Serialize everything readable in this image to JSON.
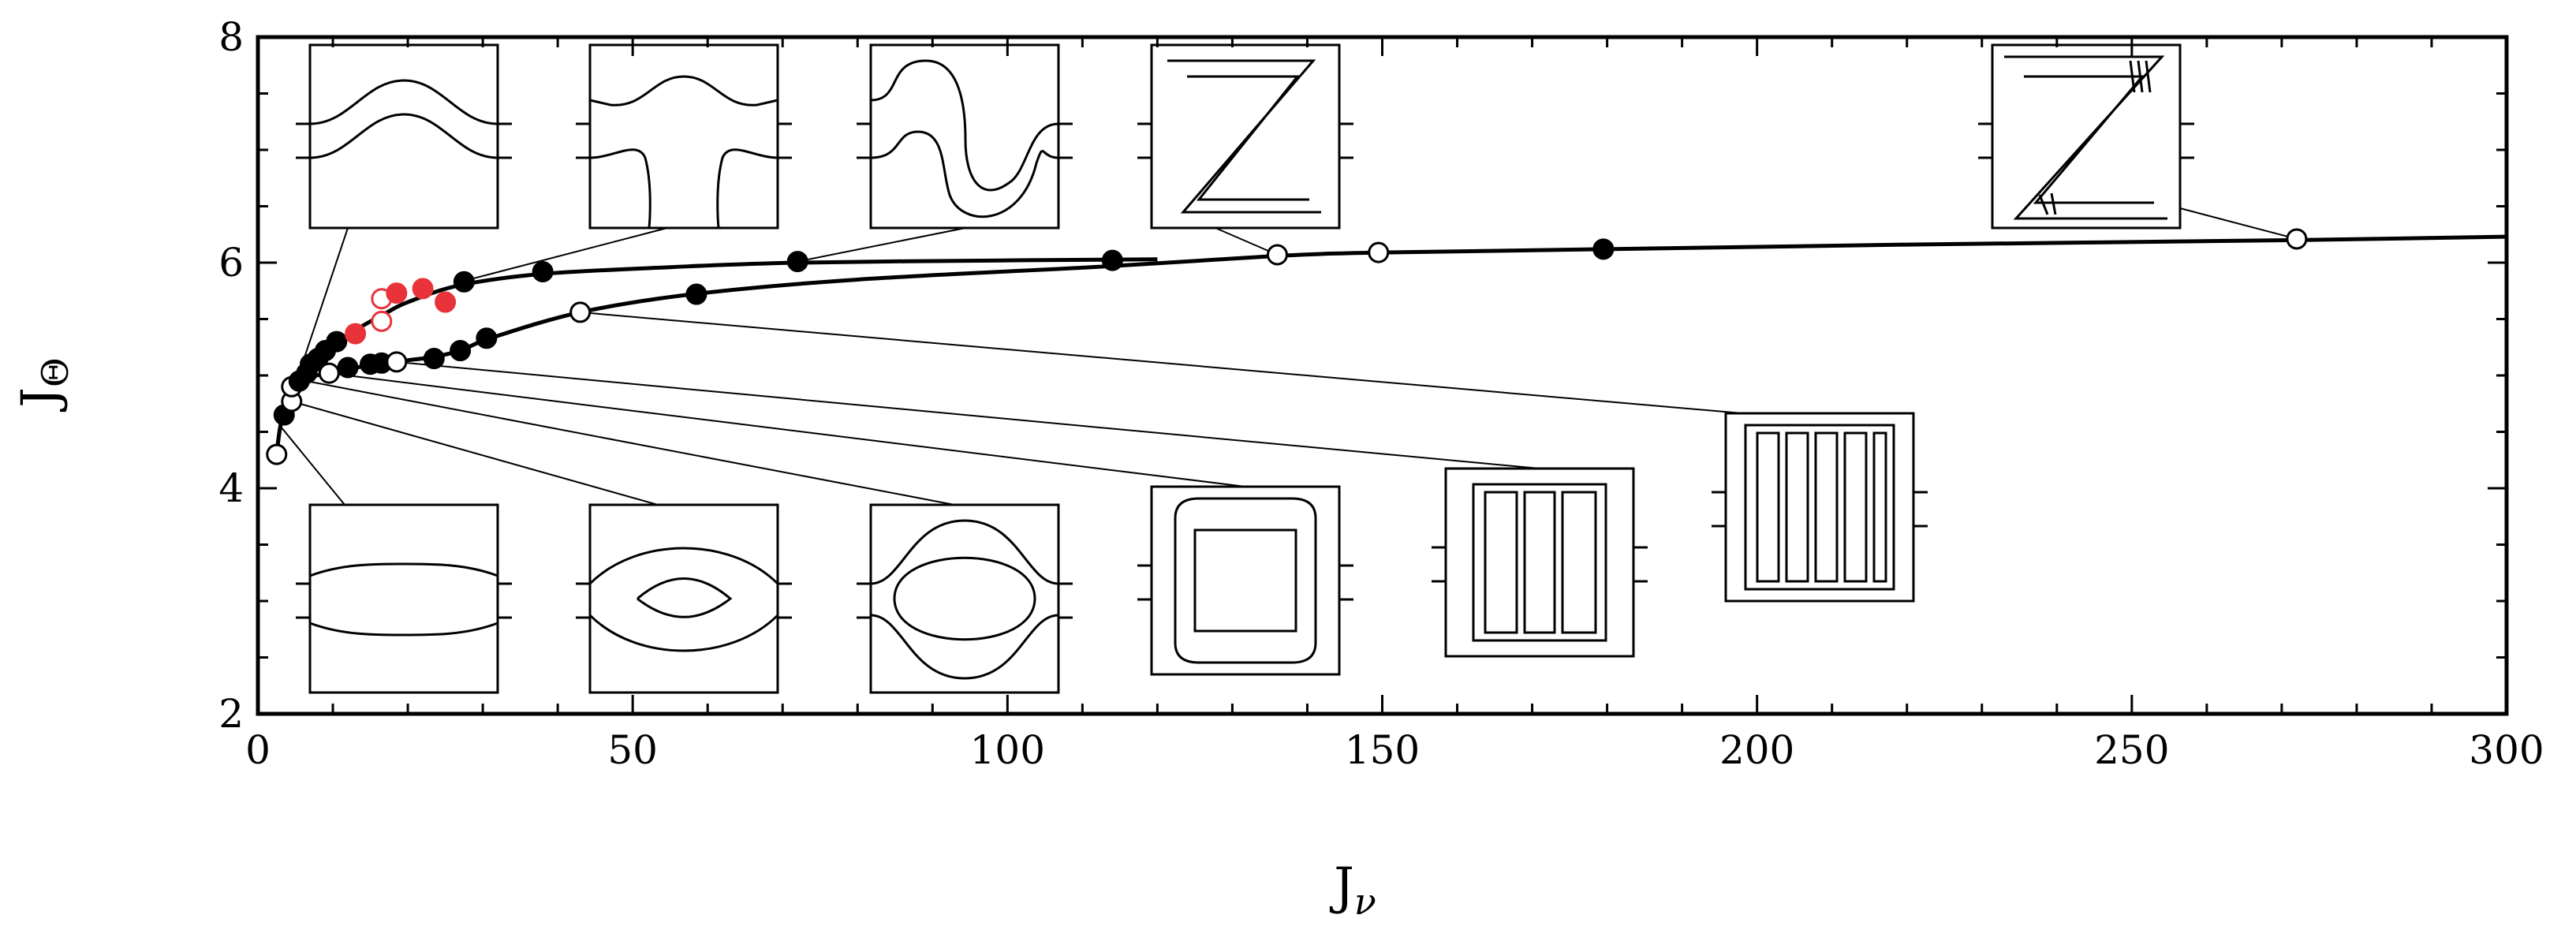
{
  "chart_data": {
    "type": "scatter",
    "xlabel": "J",
    "xlabel_sub": "ν",
    "ylabel": "J",
    "ylabel_sub": "Θ",
    "xlim": [
      0,
      300
    ],
    "ylim": [
      2,
      8
    ],
    "xticks": [
      0,
      50,
      100,
      150,
      200,
      250,
      300
    ],
    "yticks": [
      2,
      4,
      6,
      8
    ],
    "grid": false,
    "curves": [
      {
        "points": [
          [
            2.5,
            4.3
          ],
          [
            3,
            4.55
          ],
          [
            4,
            4.8
          ],
          [
            6,
            5.0
          ],
          [
            9,
            5.2
          ],
          [
            13,
            5.4
          ],
          [
            17,
            5.55
          ],
          [
            20,
            5.65
          ],
          [
            27,
            5.8
          ],
          [
            38,
            5.9
          ],
          [
            55,
            5.96
          ],
          [
            72,
            6.0
          ],
          [
            100,
            6.02
          ],
          [
            120,
            6.03
          ]
        ]
      },
      {
        "points": [
          [
            2.5,
            4.3
          ],
          [
            3,
            4.55
          ],
          [
            4,
            4.8
          ],
          [
            6,
            4.95
          ],
          [
            9,
            5.02
          ],
          [
            14,
            5.08
          ],
          [
            18,
            5.12
          ],
          [
            23,
            5.16
          ],
          [
            27,
            5.22
          ],
          [
            31,
            5.33
          ],
          [
            43,
            5.56
          ],
          [
            58,
            5.72
          ],
          [
            80,
            5.85
          ],
          [
            114,
            5.97
          ],
          [
            136,
            6.06
          ],
          [
            150,
            6.09
          ],
          [
            180,
            6.12
          ],
          [
            220,
            6.16
          ],
          [
            272,
            6.2
          ],
          [
            300,
            6.23
          ]
        ]
      }
    ],
    "points": [
      {
        "x": 2.5,
        "y": 4.3,
        "style": "open"
      },
      {
        "x": 3.5,
        "y": 4.65,
        "style": "filled"
      },
      {
        "x": 4.5,
        "y": 4.77,
        "style": "open"
      },
      {
        "x": 4.5,
        "y": 4.9,
        "style": "open"
      },
      {
        "x": 5.5,
        "y": 4.95,
        "style": "filled"
      },
      {
        "x": 6.5,
        "y": 5.02,
        "style": "filled"
      },
      {
        "x": 7,
        "y": 5.1,
        "style": "filled"
      },
      {
        "x": 8,
        "y": 5.15,
        "style": "filled"
      },
      {
        "x": 9,
        "y": 5.22,
        "style": "filled"
      },
      {
        "x": 10.5,
        "y": 5.3,
        "style": "filled"
      },
      {
        "x": 13,
        "y": 5.37,
        "style": "red-filled"
      },
      {
        "x": 16.5,
        "y": 5.48,
        "style": "red-open"
      },
      {
        "x": 16.5,
        "y": 5.68,
        "style": "red-open"
      },
      {
        "x": 18.5,
        "y": 5.73,
        "style": "red-filled"
      },
      {
        "x": 22,
        "y": 5.77,
        "style": "red-filled"
      },
      {
        "x": 25,
        "y": 5.65,
        "style": "red-filled"
      },
      {
        "x": 27.5,
        "y": 5.83,
        "style": "filled"
      },
      {
        "x": 38,
        "y": 5.92,
        "style": "filled"
      },
      {
        "x": 72,
        "y": 6.01,
        "style": "filled"
      },
      {
        "x": 114,
        "y": 6.02,
        "style": "filled"
      },
      {
        "x": 9.5,
        "y": 5.02,
        "style": "open"
      },
      {
        "x": 12,
        "y": 5.07,
        "style": "filled"
      },
      {
        "x": 15,
        "y": 5.1,
        "style": "filled"
      },
      {
        "x": 16.5,
        "y": 5.11,
        "style": "filled"
      },
      {
        "x": 18.5,
        "y": 5.12,
        "style": "open"
      },
      {
        "x": 23.5,
        "y": 5.15,
        "style": "filled"
      },
      {
        "x": 27,
        "y": 5.22,
        "style": "filled"
      },
      {
        "x": 30.5,
        "y": 5.33,
        "style": "filled"
      },
      {
        "x": 43,
        "y": 5.56,
        "style": "open"
      },
      {
        "x": 58.5,
        "y": 5.72,
        "style": "filled"
      },
      {
        "x": 136,
        "y": 6.07,
        "style": "open"
      },
      {
        "x": 149.5,
        "y": 6.09,
        "style": "open"
      },
      {
        "x": 179.5,
        "y": 6.12,
        "style": "filled"
      },
      {
        "x": 272,
        "y": 6.21,
        "style": "open"
      }
    ],
    "insets": [
      {
        "motif": "bump",
        "target": [
          5.5,
          5.02
        ]
      },
      {
        "motif": "neck",
        "target": [
          27,
          5.83
        ]
      },
      {
        "motif": "s-curve",
        "target": [
          72,
          6.01
        ]
      },
      {
        "motif": "z-loop",
        "target": [
          136,
          6.07
        ]
      },
      {
        "motif": "z-loop-dense",
        "target": [
          272,
          6.21
        ]
      },
      {
        "motif": "band",
        "target": [
          3,
          4.55
        ]
      },
      {
        "motif": "lens",
        "target": [
          4.5,
          4.77
        ]
      },
      {
        "motif": "ring",
        "target": [
          6.5,
          4.95
        ]
      },
      {
        "motif": "rounded-square",
        "target": [
          9.5,
          5.02
        ]
      },
      {
        "motif": "three-cells",
        "target": [
          18.5,
          5.12
        ]
      },
      {
        "motif": "five-cells",
        "target": [
          43,
          5.56
        ]
      }
    ]
  }
}
